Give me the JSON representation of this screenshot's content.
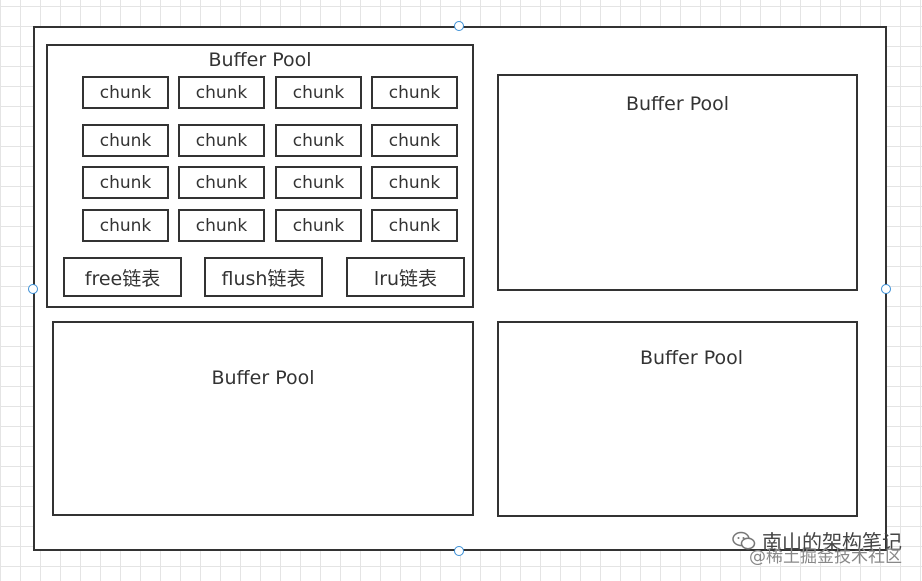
{
  "diagram": {
    "pools": [
      {
        "title": "Buffer Pool",
        "chunk_rows": [
          [
            "chunk",
            "chunk",
            "chunk",
            "chunk"
          ],
          [
            "chunk",
            "chunk",
            "chunk",
            "chunk"
          ],
          [
            "chunk",
            "chunk",
            "chunk",
            "chunk"
          ],
          [
            "chunk",
            "chunk",
            "chunk",
            "chunk"
          ]
        ],
        "lists": [
          "free链表",
          "flush链表",
          "lru链表"
        ]
      },
      {
        "title": "Buffer Pool"
      },
      {
        "title": "Buffer Pool"
      },
      {
        "title": "Buffer Pool"
      }
    ]
  },
  "watermark": {
    "line1": "南山的架构笔记",
    "line2": "@稀土掘金技术社区",
    "icon": "wechat-icon"
  },
  "colors": {
    "stroke": "#333333",
    "selection_handle": "#3b8fd6",
    "grid": "#e4e4e4"
  }
}
